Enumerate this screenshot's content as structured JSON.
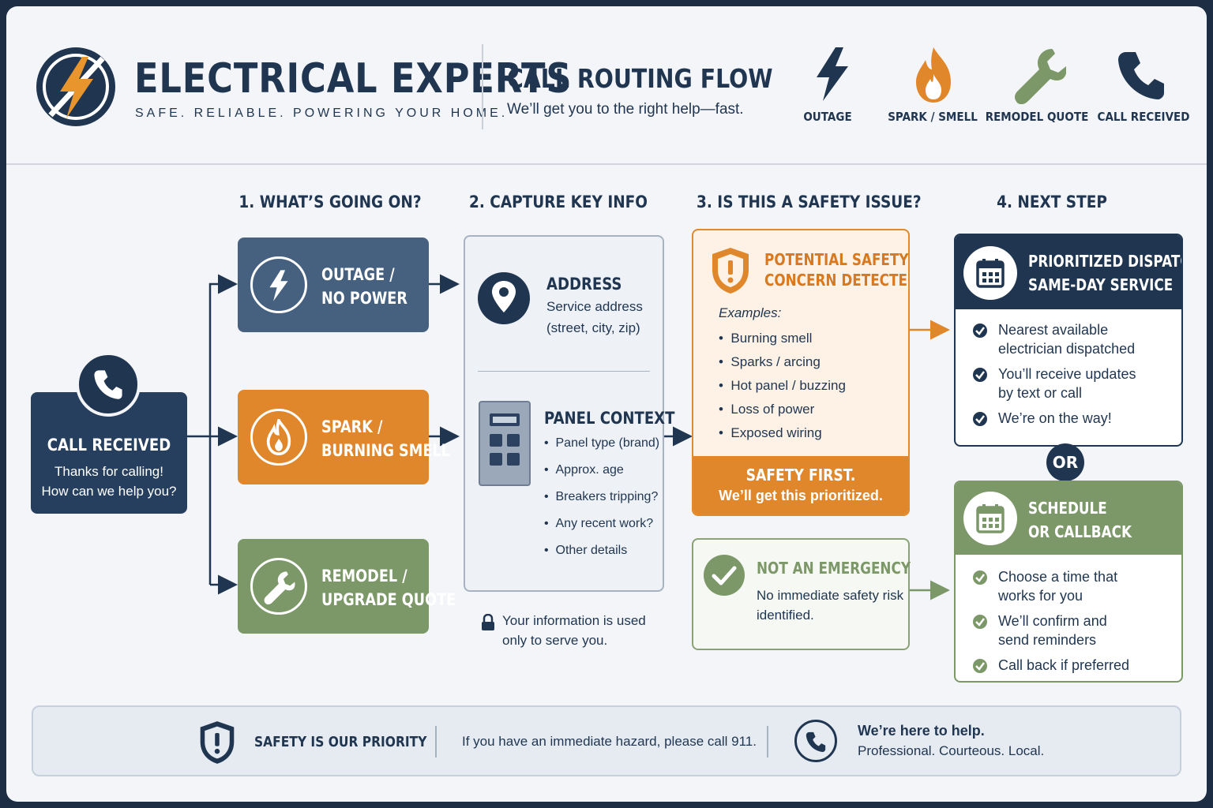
{
  "brand": {
    "name": "ELECTRICAL EXPERTS",
    "tagline": "SAFE. RELIABLE. POWERING YOUR HOME."
  },
  "header": {
    "title": "CALL ROUTING FLOW",
    "subtitle": "We’ll get you to the right help—fast.",
    "icons": [
      {
        "label": "OUTAGE",
        "icon": "lightning-icon"
      },
      {
        "label": "SPARK / SMELL",
        "icon": "flame-icon"
      },
      {
        "label": "REMODEL QUOTE",
        "icon": "wrench-icon"
      },
      {
        "label": "CALL RECEIVED",
        "icon": "phone-icon"
      }
    ]
  },
  "columns": [
    "1. WHAT’S GOING ON?",
    "2. CAPTURE KEY INFO",
    "3. IS THIS A SAFETY ISSUE?",
    "4. NEXT STEP"
  ],
  "start": {
    "title": "CALL RECEIVED",
    "line1": "Thanks for calling!",
    "line2": "How can we help you?"
  },
  "categories": [
    {
      "line1": "OUTAGE /",
      "line2": "NO POWER",
      "icon": "lightning-icon",
      "color": "#46617f"
    },
    {
      "line1": "SPARK /",
      "line2": "BURNING SMELL",
      "icon": "flame-icon",
      "color": "#e0872b"
    },
    {
      "line1": "REMODEL /",
      "line2": "UPGRADE QUOTE",
      "icon": "wrench-icon",
      "color": "#7d9868"
    }
  ],
  "info": {
    "address_title": "ADDRESS",
    "address_line1": "Service address",
    "address_line2": "(street, city, zip)",
    "panel_title": "PANEL CONTEXT",
    "panel_items": [
      "Panel type (brand)",
      "Approx. age",
      "Breakers tripping?",
      "Any recent work?",
      "Other details"
    ],
    "privacy_line1": "Your information is used",
    "privacy_line2": "only to serve you."
  },
  "safety": {
    "title_line1": "POTENTIAL SAFETY",
    "title_line2": "CONCERN DETECTED",
    "examples_label": "Examples:",
    "examples": [
      "Burning smell",
      "Sparks / arcing",
      "Hot panel / buzzing",
      "Loss of power",
      "Exposed wiring"
    ],
    "footer_line1": "SAFETY FIRST.",
    "footer_line2": "We’ll get this prioritized."
  },
  "not_emergency": {
    "title": "NOT AN EMERGENCY",
    "line1": "No immediate safety risk",
    "line2": "identified."
  },
  "next": {
    "dispatch_line1": "PRIORITIZED DISPATCH /",
    "dispatch_line2": "SAME-DAY SERVICE",
    "dispatch_items": [
      {
        "l1": "Nearest available",
        "l2": "electrician dispatched"
      },
      {
        "l1": "You’ll receive updates",
        "l2": "by text or call"
      },
      {
        "l1": "We’re on the way!",
        "l2": ""
      }
    ],
    "or": "OR",
    "schedule_line1": "SCHEDULE",
    "schedule_line2": "OR CALLBACK",
    "schedule_items": [
      {
        "l1": "Choose a time that",
        "l2": "works for you"
      },
      {
        "l1": "We’ll confirm and",
        "l2": "send reminders"
      },
      {
        "l1": "Call back if preferred",
        "l2": ""
      }
    ]
  },
  "footer": {
    "priority": "SAFETY IS OUR PRIORITY",
    "hazard": "If you have an immediate hazard, please call 911.",
    "help_title": "We’re here to help.",
    "help_sub": "Professional. Courteous. Local."
  },
  "colors": {
    "navy": "#1f3550",
    "orange": "#e0872b",
    "green": "#7d9868",
    "slate": "#46617f"
  }
}
